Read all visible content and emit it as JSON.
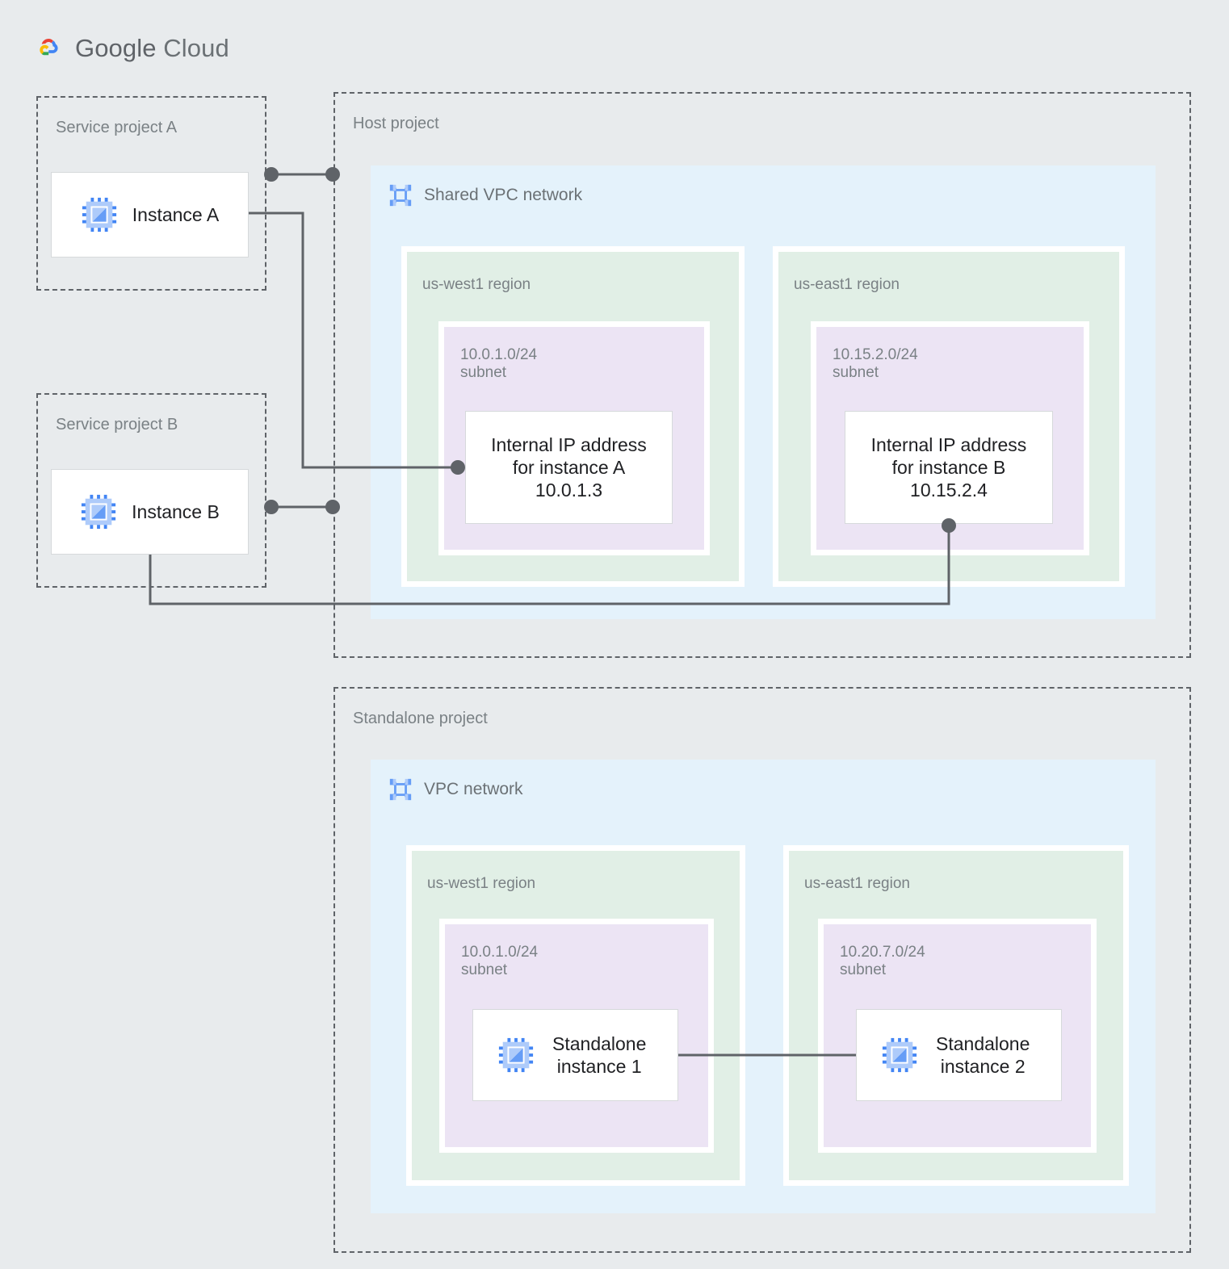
{
  "brand": {
    "logo_icon": "google-cloud-logo-icon",
    "name_part1": "Google",
    "name_part2": "Cloud"
  },
  "colors": {
    "page_background": "#e8ebed",
    "project_border": "#5f6368",
    "vpc_background": "#e4f2fb",
    "region_background": "#e1efe6",
    "subnet_background": "#ece4f4",
    "node_background": "#ffffff",
    "connector": "#5f6368",
    "label_text": "#7a8185",
    "node_text": "#202124"
  },
  "projects": {
    "service_a": {
      "label": "Service project A",
      "instance": {
        "icon": "compute-instance-chip-icon",
        "label": "Instance A"
      }
    },
    "service_b": {
      "label": "Service project B",
      "instance": {
        "icon": "compute-instance-chip-icon",
        "label": "Instance B"
      }
    },
    "host": {
      "label": "Host project",
      "vpc": {
        "icon": "vpc-network-icon",
        "title": "Shared VPC network",
        "regions": [
          {
            "label": "us-west1 region",
            "subnet": {
              "label": "10.0.1.0/24\nsubnet",
              "cidr": "10.0.1.0/24",
              "node": {
                "label": "Internal IP address\nfor instance A\n10.0.1.3",
                "ip": "10.0.1.3"
              }
            }
          },
          {
            "label": "us-east1 region",
            "subnet": {
              "label": "10.15.2.0/24\nsubnet",
              "cidr": "10.15.2.0/24",
              "node": {
                "label": "Internal IP address\nfor instance B\n10.15.2.4",
                "ip": "10.15.2.4"
              }
            }
          }
        ]
      }
    },
    "standalone": {
      "label": "Standalone project",
      "vpc": {
        "icon": "vpc-network-icon",
        "title": "VPC network",
        "regions": [
          {
            "label": "us-west1 region",
            "subnet": {
              "label": "10.0.1.0/24\nsubnet",
              "cidr": "10.0.1.0/24",
              "node": {
                "icon": "compute-instance-chip-icon",
                "label": "Standalone\ninstance 1"
              }
            }
          },
          {
            "label": "us-east1 region",
            "subnet": {
              "label": "10.20.7.0/24\nsubnet",
              "cidr": "10.20.7.0/24",
              "node": {
                "icon": "compute-instance-chip-icon",
                "label": "Standalone\ninstance 2"
              }
            }
          }
        ]
      }
    }
  },
  "connections": [
    {
      "name": "instance-a-to-host-project-boundary",
      "from": "Instance A",
      "to": "Host project"
    },
    {
      "name": "instance-a-to-internal-ip-a",
      "from": "Instance A",
      "to": "Internal IP address for instance A"
    },
    {
      "name": "instance-b-to-host-project-boundary",
      "from": "Instance B",
      "to": "Host project"
    },
    {
      "name": "instance-b-to-internal-ip-b",
      "from": "Instance B",
      "to": "Internal IP address for instance B"
    },
    {
      "name": "standalone-instance-1-to-standalone-instance-2",
      "from": "Standalone instance 1",
      "to": "Standalone instance 2"
    }
  ]
}
